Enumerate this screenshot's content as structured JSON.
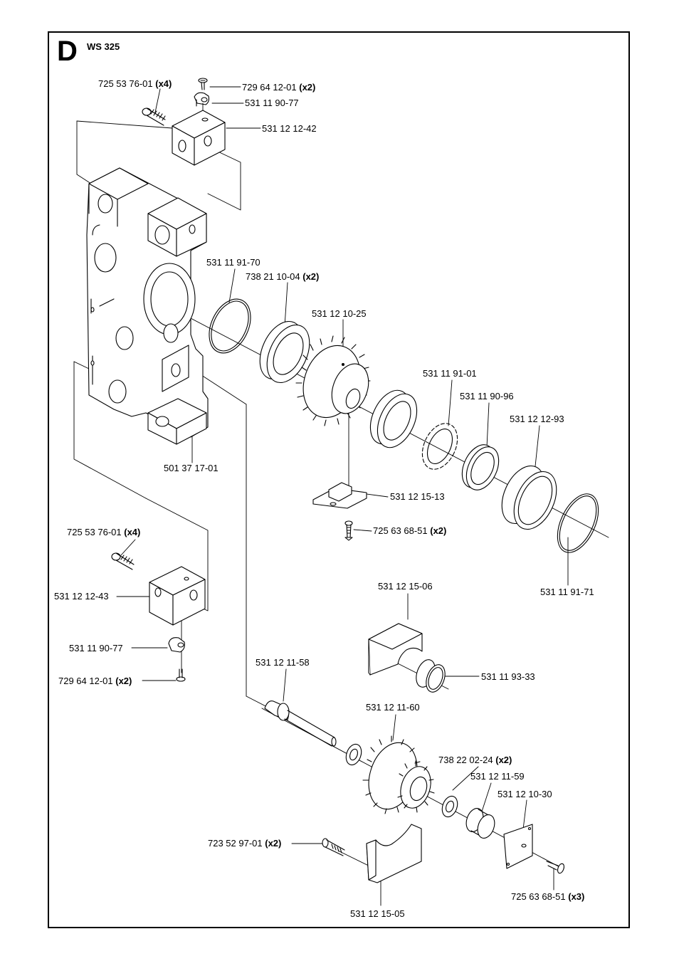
{
  "section": {
    "letter": "D",
    "model": "WS 325"
  },
  "parts": [
    {
      "id": "p1",
      "number": "725 53 76-01",
      "qty": "(x4)"
    },
    {
      "id": "p2",
      "number": "729 64 12-01",
      "qty": "(x2)"
    },
    {
      "id": "p3",
      "number": "531 11 90-77",
      "qty": ""
    },
    {
      "id": "p4",
      "number": "531 12 12-42",
      "qty": ""
    },
    {
      "id": "p5",
      "number": "531 11 91-70",
      "qty": ""
    },
    {
      "id": "p6",
      "number": "738 21 10-04",
      "qty": "(x2)"
    },
    {
      "id": "p7",
      "number": "531 12 10-25",
      "qty": ""
    },
    {
      "id": "p8",
      "number": "531 11 91-01",
      "qty": ""
    },
    {
      "id": "p9",
      "number": "531 11 90-96",
      "qty": ""
    },
    {
      "id": "p10",
      "number": "531 12 12-93",
      "qty": ""
    },
    {
      "id": "p11",
      "number": "501 37 17-01",
      "qty": ""
    },
    {
      "id": "p12",
      "number": "531 12 15-13",
      "qty": ""
    },
    {
      "id": "p13",
      "number": "725 63 68-51",
      "qty": "(x2)"
    },
    {
      "id": "p14",
      "number": "531 11 91-71",
      "qty": ""
    },
    {
      "id": "p15",
      "number": "725 53 76-01",
      "qty": "(x4)"
    },
    {
      "id": "p16",
      "number": "531 12 12-43",
      "qty": ""
    },
    {
      "id": "p17",
      "number": "531 11 90-77",
      "qty": ""
    },
    {
      "id": "p18",
      "number": "729 64 12-01",
      "qty": "(x2)"
    },
    {
      "id": "p19",
      "number": "531 12 15-06",
      "qty": ""
    },
    {
      "id": "p20",
      "number": "531 11 93-33",
      "qty": ""
    },
    {
      "id": "p21",
      "number": "531 12 11-58",
      "qty": ""
    },
    {
      "id": "p22",
      "number": "531 12 11-60",
      "qty": ""
    },
    {
      "id": "p23",
      "number": "738 22 02-24",
      "qty": "(x2)"
    },
    {
      "id": "p24",
      "number": "531 12 11-59",
      "qty": ""
    },
    {
      "id": "p25",
      "number": "531 12 10-30",
      "qty": ""
    },
    {
      "id": "p26",
      "number": "723 52 97-01",
      "qty": "(x2)"
    },
    {
      "id": "p27",
      "number": "531 12 15-05",
      "qty": ""
    },
    {
      "id": "p28",
      "number": "725 63 68-51",
      "qty": "(x3)"
    }
  ]
}
